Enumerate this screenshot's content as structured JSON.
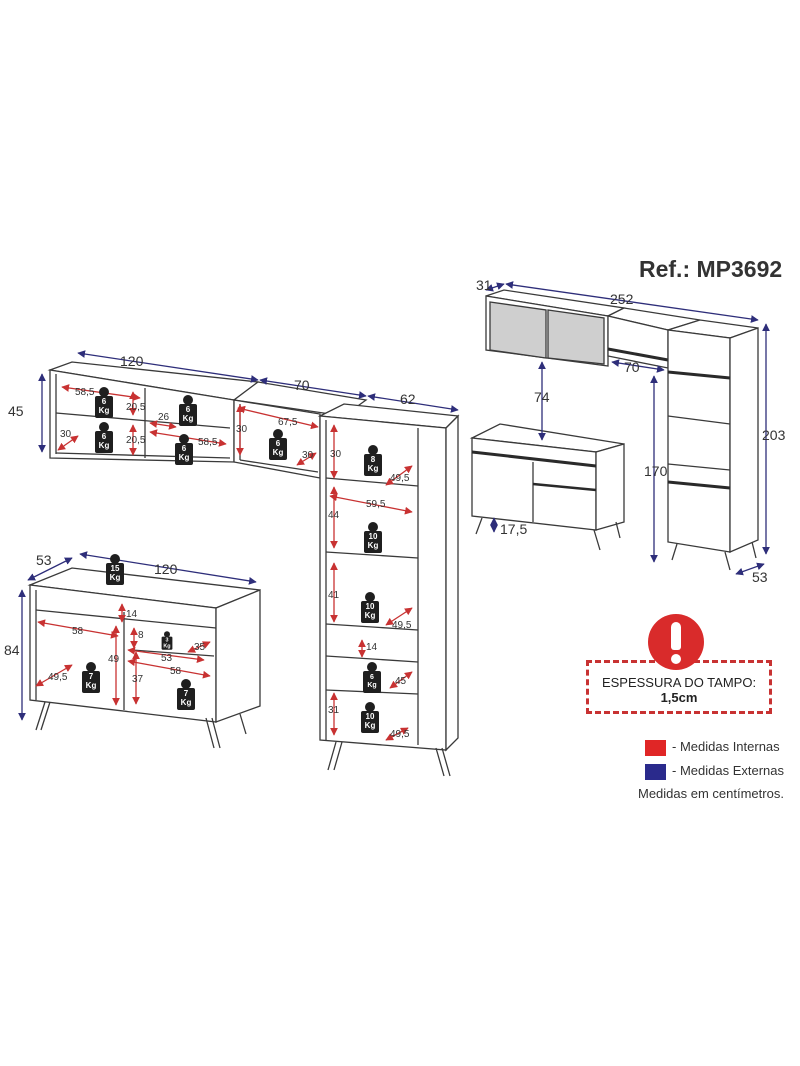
{
  "reference": "Ref.: MP3692",
  "colors": {
    "internal": "#e02626",
    "external": "#2a2a8c",
    "warning": "#d92b2b"
  },
  "overview": {
    "total_width": "252",
    "upper_depth": "31",
    "gap_to_upper": "74",
    "side_gap": "70",
    "column_height": "203",
    "column_base_height": "170",
    "column_depth": "53",
    "foot_height": "17,5"
  },
  "upper_cabinets": {
    "width_120": "120",
    "width_70": "70",
    "height": "45",
    "column_width": "62",
    "internal": {
      "w58_5_a": "58,5",
      "h20_5_a": "20,5",
      "h20_5_b": "20,5",
      "d30": "30",
      "d26": "26",
      "w58_5_b": "58,5",
      "w67_5": "67,5",
      "h30_a": "30",
      "d30_b": "30",
      "h30_b": "30"
    },
    "weights": [
      "6 Kg",
      "6 Kg",
      "6 Kg",
      "6 Kg",
      "6 Kg"
    ]
  },
  "column": {
    "h44": "44",
    "w59_5": "59,5",
    "h41": "41",
    "h14": "14",
    "h31": "31",
    "d49_5_a": "49,5",
    "d49_5_b": "49,5",
    "d49_5_c": "49,5",
    "d45": "45",
    "weights": [
      "8 Kg",
      "10 Kg",
      "10 Kg",
      "6 Kg",
      "10 Kg"
    ]
  },
  "base_cabinet": {
    "width": "120",
    "depth": "53",
    "height": "84",
    "top_weight": "15 Kg",
    "internal": {
      "h14": "14",
      "w58_l": "58",
      "h49": "49",
      "h8": "8",
      "d35": "35",
      "w53": "53",
      "w58_r": "58",
      "h37": "37",
      "d49_5": "49,5"
    },
    "weights": [
      "3 Kg",
      "7 Kg",
      "7 Kg"
    ]
  },
  "warning": {
    "title": "ESPESSURA DO TAMPO:",
    "value": "1,5cm"
  },
  "legend": {
    "internal": "- Medidas Internas",
    "external": "- Medidas Externas",
    "units_note": "Medidas em centímetros."
  }
}
